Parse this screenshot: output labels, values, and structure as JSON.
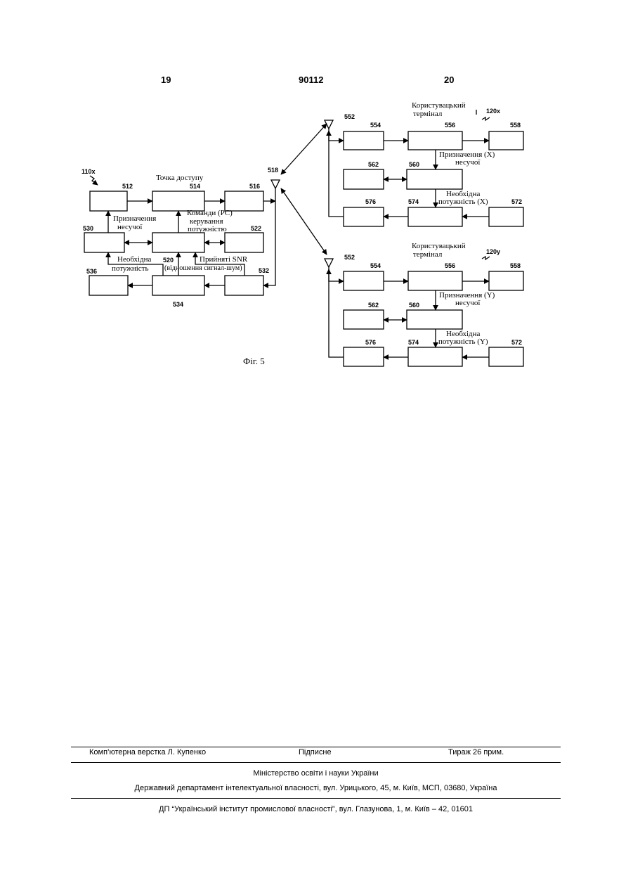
{
  "header": {
    "left_page": "19",
    "patent_number": "90112",
    "right_page": "20"
  },
  "figure": {
    "caption": "Фіг. 5",
    "access_point": {
      "title": "Точка доступу",
      "ref": "110x",
      "labels": {
        "b512": "512",
        "b514": "514",
        "b516": "516",
        "b518": "518",
        "b520": "520",
        "b522": "522",
        "b530": "530",
        "b532": "532",
        "b534": "534",
        "b536": "536"
      },
      "text": {
        "carrier_assign_1": "Призначення",
        "carrier_assign_2": "несучої",
        "pc_cmd_1": "Команди (PC)",
        "pc_cmd_2": "керування",
        "pc_cmd_3": "потужністю",
        "req_power_1": "Необхідна",
        "req_power_2": "потужність",
        "snr_1": "Прийняті SNR",
        "snr_2": "(відношення сигнал-шум)"
      }
    },
    "terminals": [
      {
        "title_1": "Користувацький",
        "title_2": "термінал",
        "ref": "120x",
        "assign_1": "Призначення (X)",
        "assign_2": "несучої",
        "power_1": "Необхідна",
        "power_2": "потужність (X)",
        "labels": {
          "b552": "552",
          "b554": "554",
          "b556": "556",
          "b558": "558",
          "b560": "560",
          "b562": "562",
          "b572": "572",
          "b574": "574",
          "b576": "576"
        }
      },
      {
        "title_1": "Користувацький",
        "title_2": "термінал",
        "ref": "120y",
        "assign_1": "Призначення (Y)",
        "assign_2": "несучої",
        "power_1": "Необхідна",
        "power_2": "потужність (Y)",
        "labels": {
          "b552": "552",
          "b554": "554",
          "b556": "556",
          "b558": "558",
          "b560": "560",
          "b562": "562",
          "b572": "572",
          "b574": "574",
          "b576": "576"
        }
      }
    ]
  },
  "footer": {
    "layout": "Комп’ютерна верстка Л. Купенко",
    "signed": "Підписне",
    "circulation": "Тираж 26 прим.",
    "ministry": "Міністерство освіти і науки України",
    "department": "Державний департамент інтелектуальної власності, вул. Урицького, 45, м. Київ, МСП, 03680, Україна",
    "institute": "ДП “Український інститут промислової власності”, вул. Глазунова, 1, м. Київ – 42, 01601"
  }
}
